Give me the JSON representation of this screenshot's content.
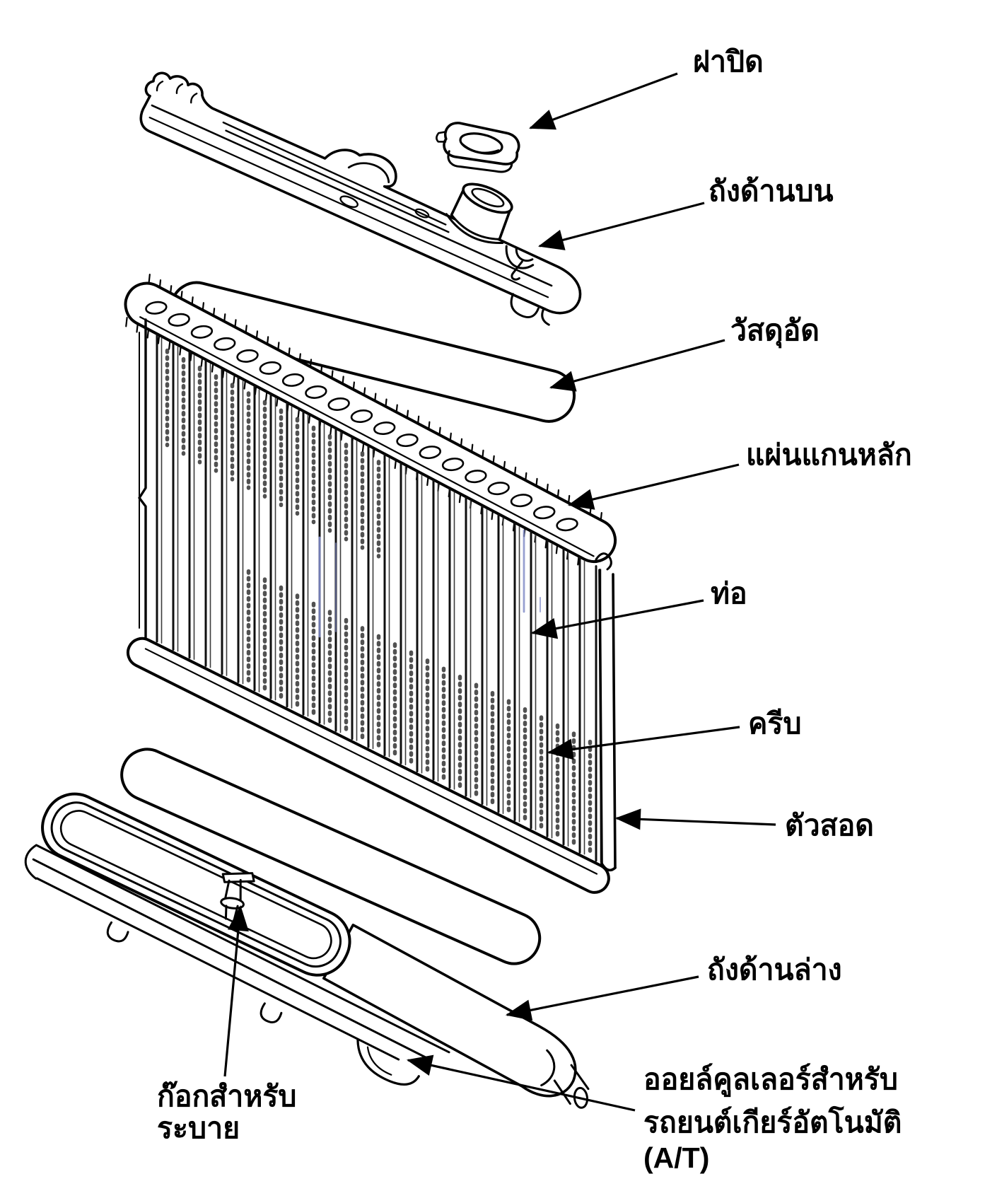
{
  "figure": {
    "type": "exploded-parts-diagram",
    "subject": "radiator-assembly",
    "background_color": "#ffffff",
    "ink_color": "#000000",
    "tube_tint_color": "#7d88c6",
    "labels": {
      "cap": "ฝาปิด",
      "upper_tank": "ถังด้านบน",
      "packing": "วัสดุอัด",
      "core_plate": "แผ่นแกนหลัก",
      "tube": "ท่อ",
      "fin": "ครีบ",
      "insert": "ตัวสอด",
      "lower_tank": "ถังด้านล่าง",
      "oil_cooler": {
        "line1": "ออยล์คูลเลอร์สำหรับ",
        "line2": "รถยนต์เกียร์อัตโนมัติ",
        "line3": "(A/T)"
      },
      "drain_cock": {
        "line1": "ก๊อกสำหรับ",
        "line2": "ระบาย"
      }
    }
  }
}
